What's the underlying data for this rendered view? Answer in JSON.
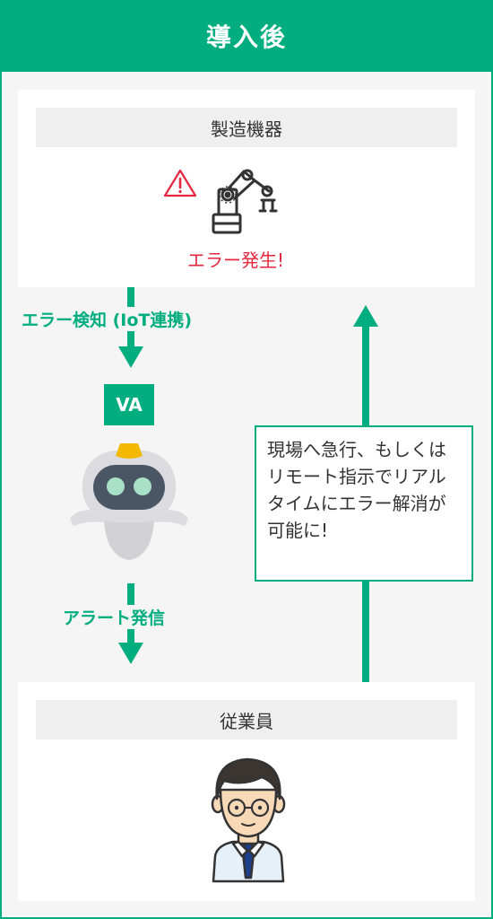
{
  "header": {
    "title": "導入後"
  },
  "equipment_panel": {
    "title": "製造機器",
    "error_text": "エラー発生!"
  },
  "flow": {
    "detect_label": "エラー検知 (IoT連携)",
    "va_label": "VA",
    "alert_label": "アラート発信",
    "note_text": "現場へ急行、もしくはリモート指示でリアルタイムにエラー解消が可能に!"
  },
  "employee_panel": {
    "title": "従業員"
  },
  "colors": {
    "accent": "#00ad7e",
    "error": "#e5283f",
    "panel_title_bg": "#efefef"
  },
  "icons": [
    "warning-icon",
    "robot-arm-icon",
    "va-robot-icon",
    "employee-avatar-icon"
  ]
}
